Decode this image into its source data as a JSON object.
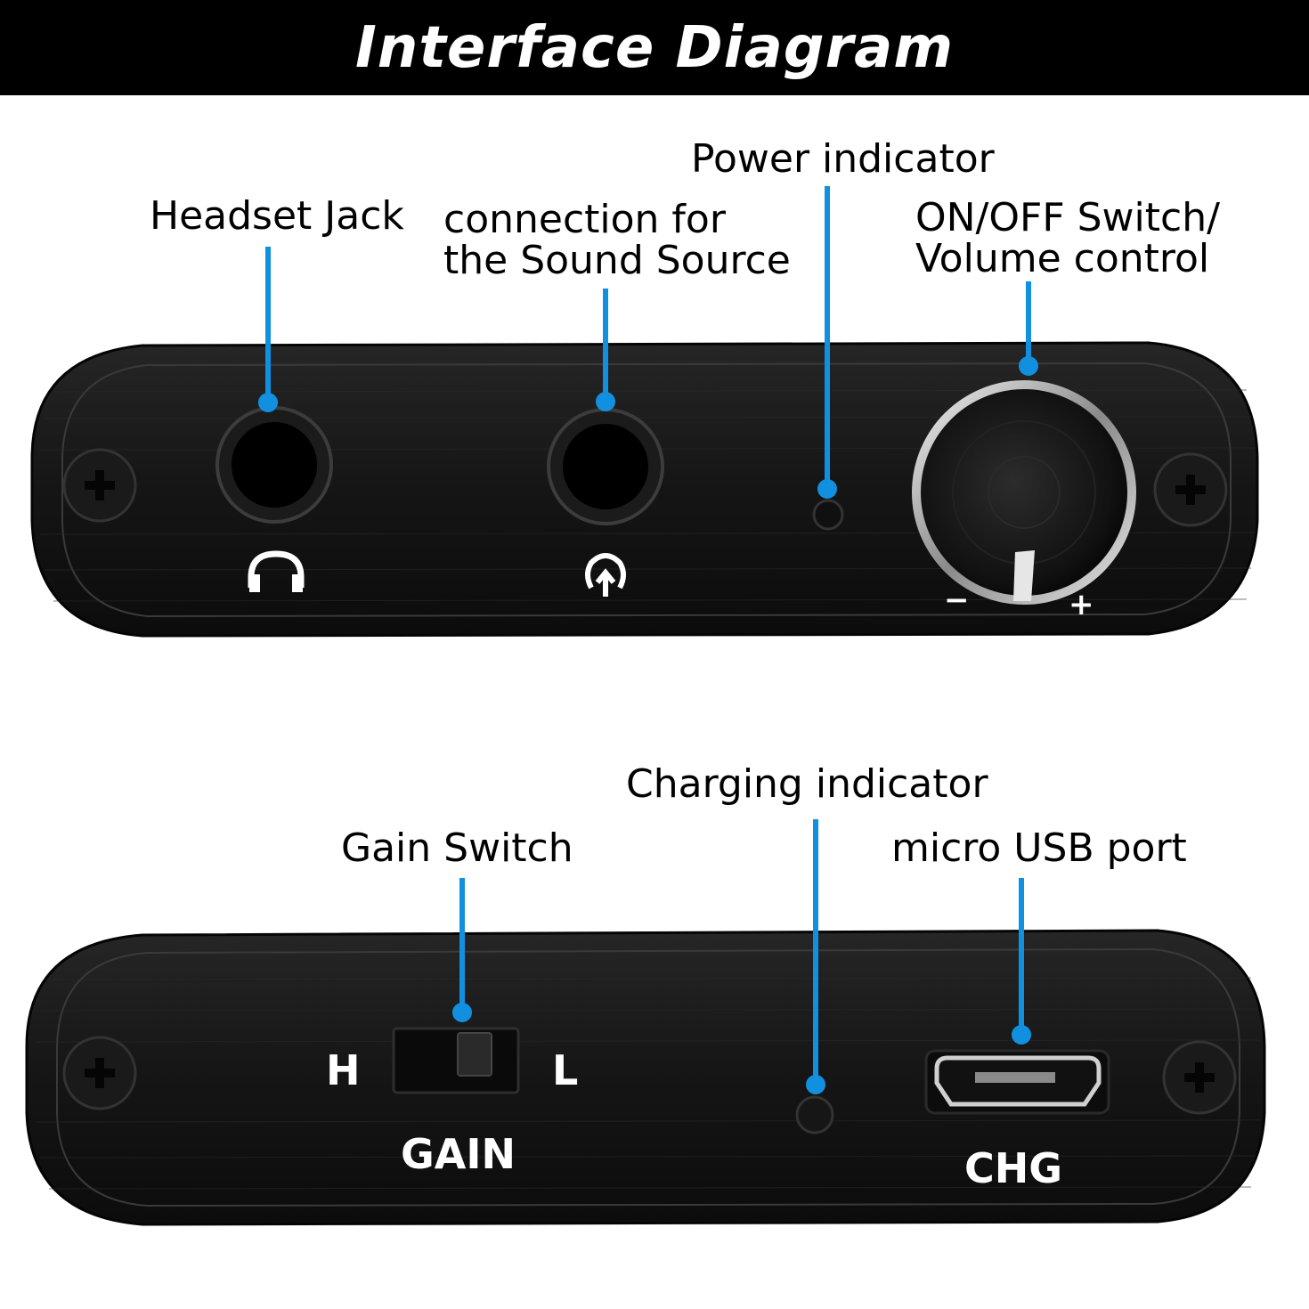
{
  "title": "Interface Diagram",
  "labels": {
    "headset_jack": "Headset Jack",
    "sound_source_line1": "connection for",
    "sound_source_line2": "the Sound Source",
    "power_indicator": "Power indicator",
    "on_off_line1": "ON/OFF Switch/",
    "on_off_line2": "Volume control",
    "gain_switch": "Gain Switch",
    "charging_indicator": "Charging indicator",
    "micro_usb": "micro USB port"
  },
  "panel_markings": {
    "minus": "−",
    "plus": "+",
    "gain_high": "H",
    "gain_low": "L",
    "gain": "GAIN",
    "charge": "CHG"
  },
  "colors": {
    "leader": "#1190e0",
    "panel": "#141414",
    "header": "#000000"
  },
  "icons": [
    "headphones-icon",
    "audio-input-icon"
  ]
}
